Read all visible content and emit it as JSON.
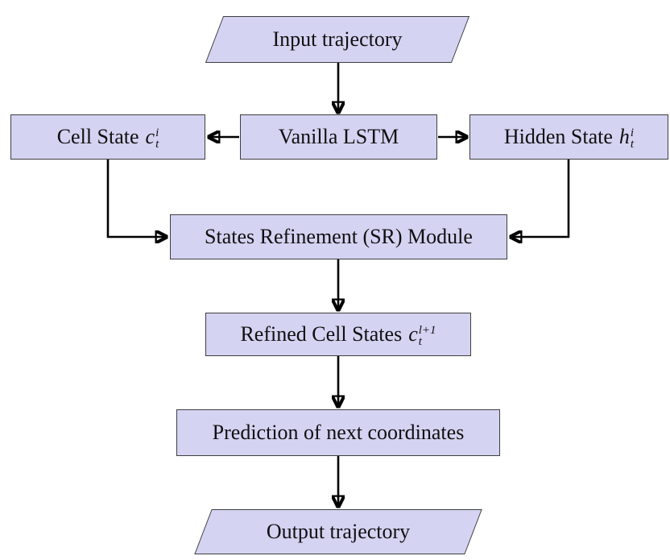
{
  "colors": {
    "background": "#ffffff",
    "node_fill": "#d5d3f2",
    "node_border": "#3e3e3e",
    "arrow": "#000000",
    "text": "#101010"
  },
  "nodes": {
    "input_trajectory": {
      "label": "Input trajectory",
      "shape": "parallelogram"
    },
    "cell_state": {
      "label": "Cell State",
      "math_base": "c",
      "math_sup": "i",
      "math_sub": "t",
      "shape": "rectangle"
    },
    "vanilla_lstm": {
      "label": "Vanilla LSTM",
      "shape": "rectangle"
    },
    "hidden_state": {
      "label": "Hidden State",
      "math_base": "h",
      "math_sup": "i",
      "math_sub": "t",
      "shape": "rectangle"
    },
    "sr_module": {
      "label": "States Refinement (SR) Module",
      "shape": "rectangle"
    },
    "refined_cell_states": {
      "label": "Refined Cell States",
      "math_base": "c",
      "math_sup": "l+1",
      "math_sub": "t",
      "shape": "rectangle"
    },
    "prediction": {
      "label": "Prediction of next coordinates",
      "shape": "rectangle"
    },
    "output_trajectory": {
      "label": "Output trajectory",
      "shape": "parallelogram"
    }
  },
  "connections": [
    {
      "from": "input_trajectory",
      "to": "vanilla_lstm"
    },
    {
      "from": "vanilla_lstm",
      "to": "cell_state"
    },
    {
      "from": "vanilla_lstm",
      "to": "hidden_state"
    },
    {
      "from": "cell_state",
      "to": "sr_module"
    },
    {
      "from": "hidden_state",
      "to": "sr_module"
    },
    {
      "from": "sr_module",
      "to": "refined_cell_states"
    },
    {
      "from": "refined_cell_states",
      "to": "prediction"
    },
    {
      "from": "prediction",
      "to": "output_trajectory"
    }
  ]
}
